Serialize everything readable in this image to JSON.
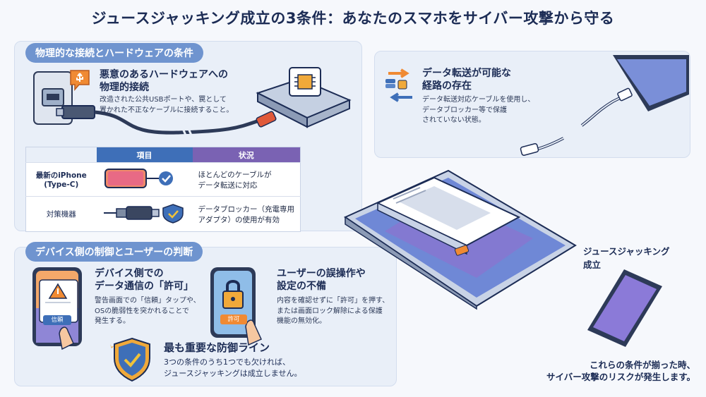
{
  "title": "ジュースジャッキング成立の3条件：あなたのスマホをサイバー攻撃から守る",
  "section1": {
    "label": "物理的な接続とハードウェアの条件",
    "heading_line1": "悪意のあるハードウェアへの",
    "heading_line2": "物理的接続",
    "desc_line1": "改造された公共USBポートや、罠として",
    "desc_line2": "置かれた不正なケーブルに接続すること。"
  },
  "table": {
    "col_item": "項目",
    "col_status": "状況",
    "row1_label_line1": "最新のiPhone",
    "row1_label_line2": "(Type-C)",
    "row1_status_line1": "ほとんどのケーブルが",
    "row1_status_line2": "データ転送に対応",
    "row2_label": "対策機器",
    "row2_status_line1": "データブロッカー（充電専用",
    "row2_status_line2": "アダプタ）の使用が有効"
  },
  "section2": {
    "heading_line1": "データ転送が可能な",
    "heading_line2": "経路の存在",
    "desc_line1": "データ転送対応ケーブルを使用し、",
    "desc_line2": "データブロッカー等で保護",
    "desc_line3": "されていない状態。"
  },
  "section3": {
    "label": "デバイス側の制御とユーザーの判断",
    "a_heading_line1": "デバイス側での",
    "a_heading_line2": "データ通信の「許可」",
    "a_desc_line1": "警告画面での「信頼」タップや、",
    "a_desc_line2": "OSの脆弱性を突かれることで",
    "a_desc_line3": "発生する。",
    "a_button": "信頼",
    "b_heading_line1": "ユーザーの誤操作や",
    "b_heading_line2": "設定の不備",
    "b_desc_line1": "内容を確認せずに「許可」を押す、",
    "b_desc_line2": "または画面ロック解除による保護",
    "b_desc_line3": "機能の無効化。",
    "b_button": "許可",
    "c_heading": "最も重要な防御ライン",
    "c_desc_line1": "3つの条件のうち1つでも欠ければ、",
    "c_desc_line2": "ジュースジャッキングは成立しません。"
  },
  "result": {
    "label_line1": "ジュースジャッキング",
    "label_line2": "成立",
    "conclusion_line1": "これらの条件が揃った時、",
    "conclusion_line2": "サイバー攻撃のリスクが発生します。"
  },
  "colors": {
    "accent_blue": "#3e6fb8",
    "accent_purple": "#7a62b3",
    "label_pill": "#6f94cf",
    "warning_orange": "#f08a33"
  }
}
